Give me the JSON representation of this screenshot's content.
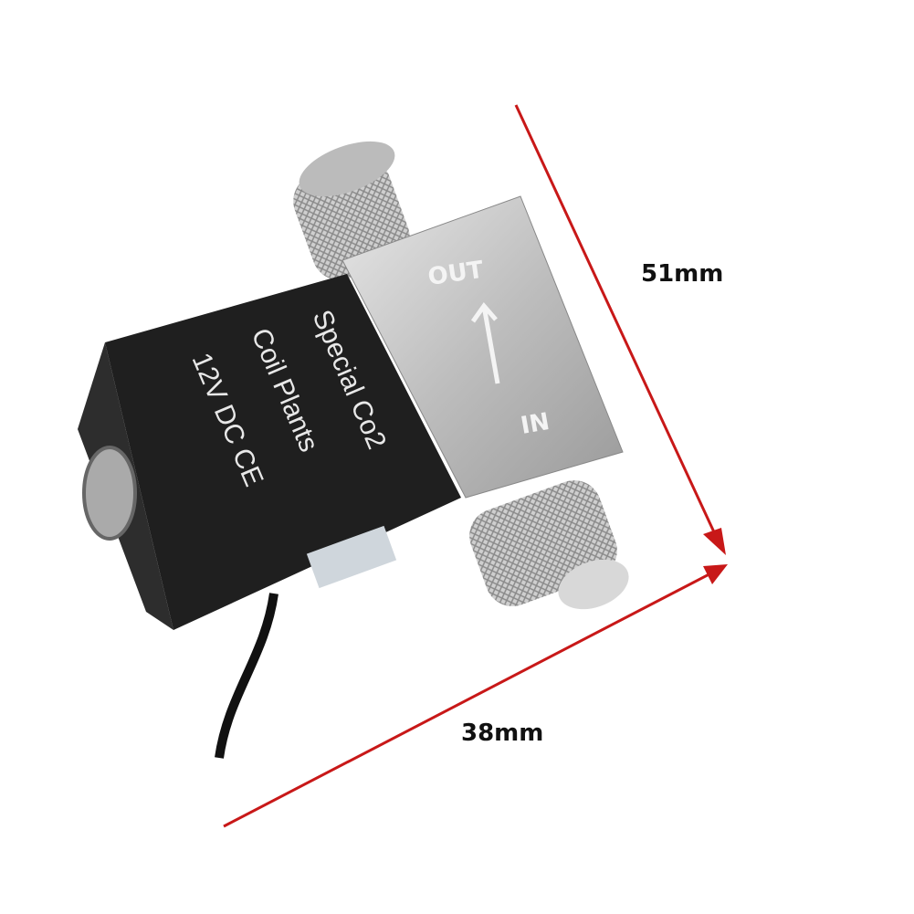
{
  "product": {
    "coil_label": [
      "Special Co2",
      "Coil Plants",
      "12V DC CE"
    ],
    "flow_out": "OUT",
    "flow_in": "IN"
  },
  "dimensions": {
    "height": "51mm",
    "width": "38mm"
  },
  "colors": {
    "coil": "#1c1c1c",
    "aluminum": "#c9c9c9",
    "arrow": "#c81818"
  }
}
